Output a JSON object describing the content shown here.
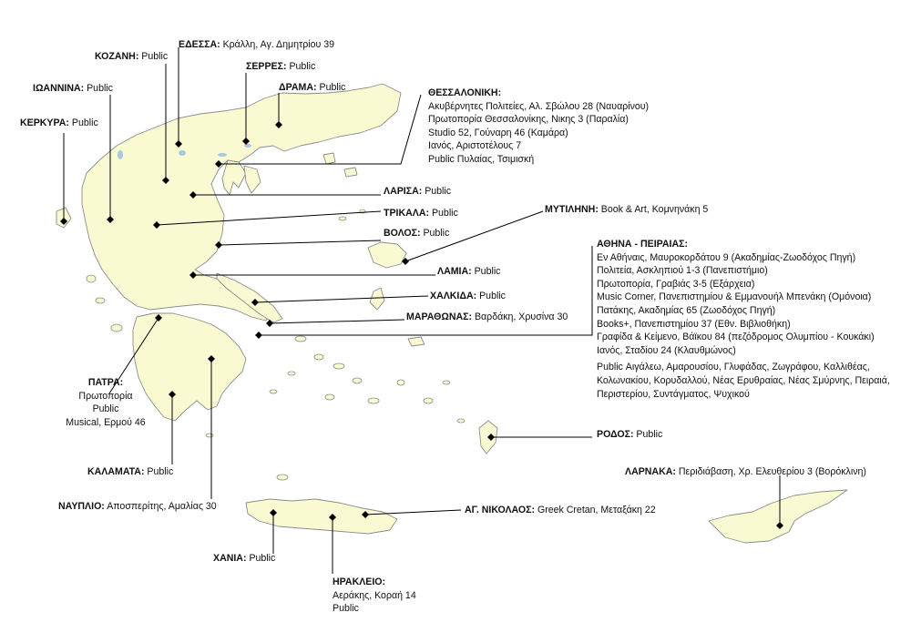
{
  "colors": {
    "land": "#fafad2",
    "border": "#8c8c8c",
    "leader": "#000000",
    "marker": "#000000",
    "lake": "#a8c8e0"
  },
  "labels": {
    "edessa": {
      "city": "ΕΔΕΣΣΑ:",
      "text": " Κράλλη, Αγ. Δημητρίου 39"
    },
    "kozani": {
      "city": "ΚΟΖΑΝΗ:",
      "text": " Public"
    },
    "serres": {
      "city": "ΣΕΡΡΕΣ:",
      "text": " Public"
    },
    "drama": {
      "city": "ΔΡΑΜΑ:",
      "text": " Public"
    },
    "ioannina": {
      "city": "ΙΩΑΝΝΙΝΑ:",
      "text": " Public"
    },
    "kerkyra": {
      "city": "ΚΕΡΚΥΡΑ:",
      "text": " Public"
    },
    "thessaloniki": {
      "city": "ΘΕΣΣΑΛΟΝΙΚΗ:",
      "lines": [
        "Ακυβέρνητες Πολιτείες, Αλ. Σβώλου 28 (Ναυαρίνου)",
        "Πρωτοπορία Θεσσαλονίκης, Νικης 3 (Παραλία)",
        "Studio 52, Γούναρη 46 (Καμάρα)",
        "Ιανός, Αριστοτέλους 7",
        "Public Πυλαίας, Τσιμισκή"
      ]
    },
    "larisa": {
      "city": "ΛΑΡΙΣΑ:",
      "text": " Public"
    },
    "trikala": {
      "city": "ΤΡΙΚΑΛΑ:",
      "text": " Public"
    },
    "mytilini": {
      "city": "ΜΥΤΙΛΗΝΗ:",
      "text": " Book & Art, Κομνηνάκη 5"
    },
    "volos": {
      "city": "ΒΟΛΟΣ:",
      "text": " Public"
    },
    "athina": {
      "city": "ΑΘΗΝΑ - ΠΕΙΡΑΙΑΣ:",
      "lines": [
        "Εν Αθήναις, Μαυροκορδάτου 9 (Ακαδημίας-Ζωοδόχος Πηγή)",
        "Πολιτεία, Ασκληπιού 1-3 (Πανεπιστήμιο)",
        "Πρωτοπορία, Γραβιάς 3-5 (Εξάρχεια)",
        "Music Corner, Πανεπιστημίου & Εμμανουήλ Μπενάκη (Ομόνοια)",
        "Πατάκης, Ακαδημίας 65 (Ζωοδόχος Πηγή)",
        "Books+, Πανεπιστημίου 37 (Εθν. Βιβλιοθήκη)",
        "Γραφίδα & Κείμενο, Βάϊκου 84 (πεζόδρομος Ολυμπίου - Κουκάκι)",
        "Ιανός, Σταδίου 24 (Κλαυθμώνος)"
      ],
      "public_lines": [
        "Public Αιγάλεω, Αμαρουσίου, Γλυφάδας, Ζωγράφου, Καλλιθέας,",
        "Κολωνακίου, Κορυδαλλού, Νέας Ερυθραίας, Νέας Σμύρνης, Πειραιά,",
        "Περιστερίου, Συντάγματος, Ψυχικού"
      ]
    },
    "lamia": {
      "city": "ΛΑΜΙΑ:",
      "text": " Public"
    },
    "chalkida": {
      "city": "ΧΑΛΚΙΔΑ:",
      "text": " Public"
    },
    "marathonas": {
      "city": "ΜΑΡΑΘΩΝΑΣ:",
      "text": " Βαρδάκη, Χρυσίνα 30"
    },
    "patra": {
      "city": "ΠΑΤΡΑ:",
      "lines": [
        "Πρωτοπορία",
        "Public",
        "Musical, Ερμού 46"
      ]
    },
    "rodos": {
      "city": "ΡΟΔΟΣ:",
      "text": " Public"
    },
    "kalamata": {
      "city": "ΚΑΛΑΜΑΤΑ:",
      "text": " Public"
    },
    "larnaka": {
      "city": "ΛΑΡΝΑΚΑ:",
      "text": " Περιδιάβαση, Χρ. Ελευθερίου 3 (Βορόκλινη)"
    },
    "nafplio": {
      "city": "ΝΑΥΠΛΙΟ:",
      "text": " Αποσπερίτης, Αμαλίας 30"
    },
    "agnikolaos": {
      "city": "ΑΓ. ΝΙΚΟΛΑΟΣ:",
      "text": " Greek Cretan, Μεταξάκη 22"
    },
    "chania": {
      "city": "ΧΑΝΙΑ:",
      "text": " Public"
    },
    "irakleio": {
      "city": "ΗΡΑΚΛΕΙΟ:",
      "lines": [
        "Αεράκης, Κοραή 14",
        "Public"
      ]
    }
  }
}
